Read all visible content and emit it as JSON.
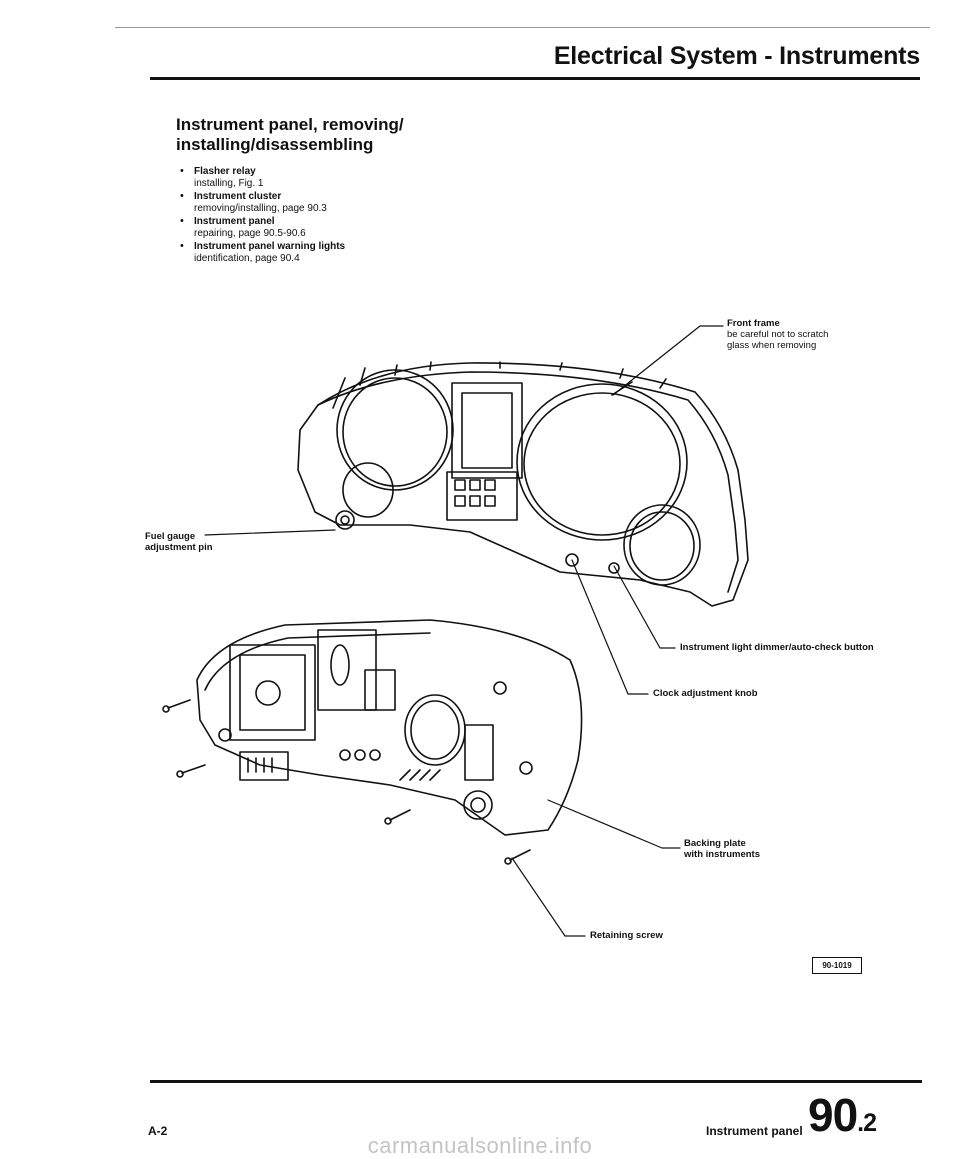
{
  "header": {
    "title": "Electrical System - Instruments"
  },
  "section": {
    "title_line1": "Instrument panel, removing/",
    "title_line2": "installing/disassembling"
  },
  "bullets": [
    {
      "title": "Flasher relay",
      "desc": "installing, Fig. 1"
    },
    {
      "title": "Instrument cluster",
      "desc": "removing/installing, page 90.3"
    },
    {
      "title": "Instrument panel",
      "desc": "repairing, page 90.5-90.6"
    },
    {
      "title": "Instrument panel warning lights",
      "desc": "identification, page 90.4"
    }
  ],
  "callouts": {
    "front_frame": {
      "title": "Front frame",
      "line1": "be careful not to scratch",
      "line2": "glass when removing"
    },
    "fuel_gauge": {
      "line1": "Fuel gauge",
      "line2": "adjustment pin"
    },
    "dimmer": "Instrument light dimmer/auto-check button",
    "clock_knob": "Clock adjustment knob",
    "backing_plate": {
      "line1": "Backing plate",
      "line2": "with instruments"
    },
    "retaining_screw": "Retaining screw"
  },
  "figure_ref": "90-1019",
  "footer": {
    "left": "A-2",
    "label": "Instrument panel",
    "number": "90",
    "sub": ".2"
  },
  "watermark": "carmanualsonline.info"
}
